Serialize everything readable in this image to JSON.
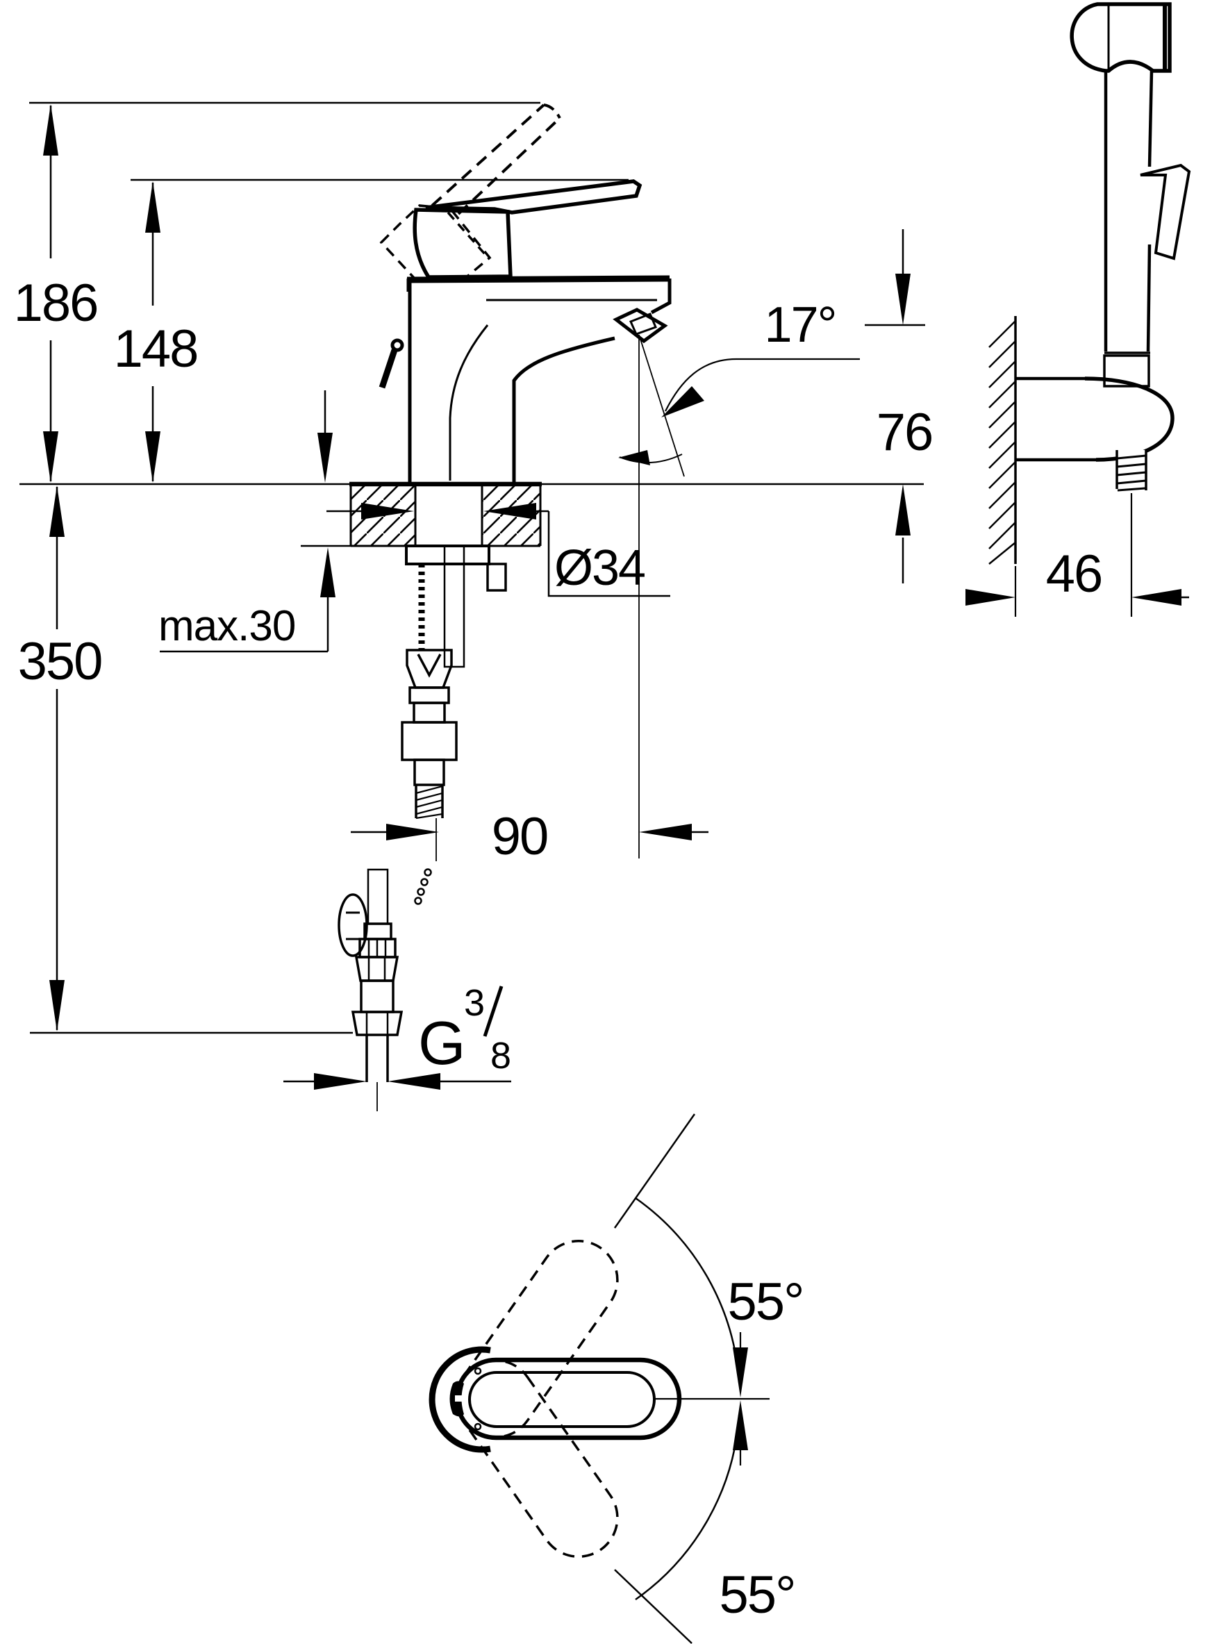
{
  "drawing": {
    "type": "technical-dimension-drawing",
    "views": {
      "main": "basin-mixer-side-elevation-with-supply-connections",
      "right": "hand-shower-on-wall-holder-side-view",
      "bottom": "lever-swing-plan-view"
    },
    "dimensions": {
      "height_open_lever": "186",
      "height_lever": "148",
      "spout_angle": "17°",
      "spout_outlet_height": "76",
      "max_deck_thickness": "max.30",
      "hole_diameter": "Ø34",
      "hose_length_below_deck": "350",
      "spout_projection": "90",
      "thread_g": "G",
      "thread_num": "3",
      "thread_den": "8",
      "holder_depth": "46",
      "swing_up": "55°",
      "swing_down": "55°"
    },
    "colors": {
      "ink": "#000000",
      "background": "#ffffff"
    }
  }
}
